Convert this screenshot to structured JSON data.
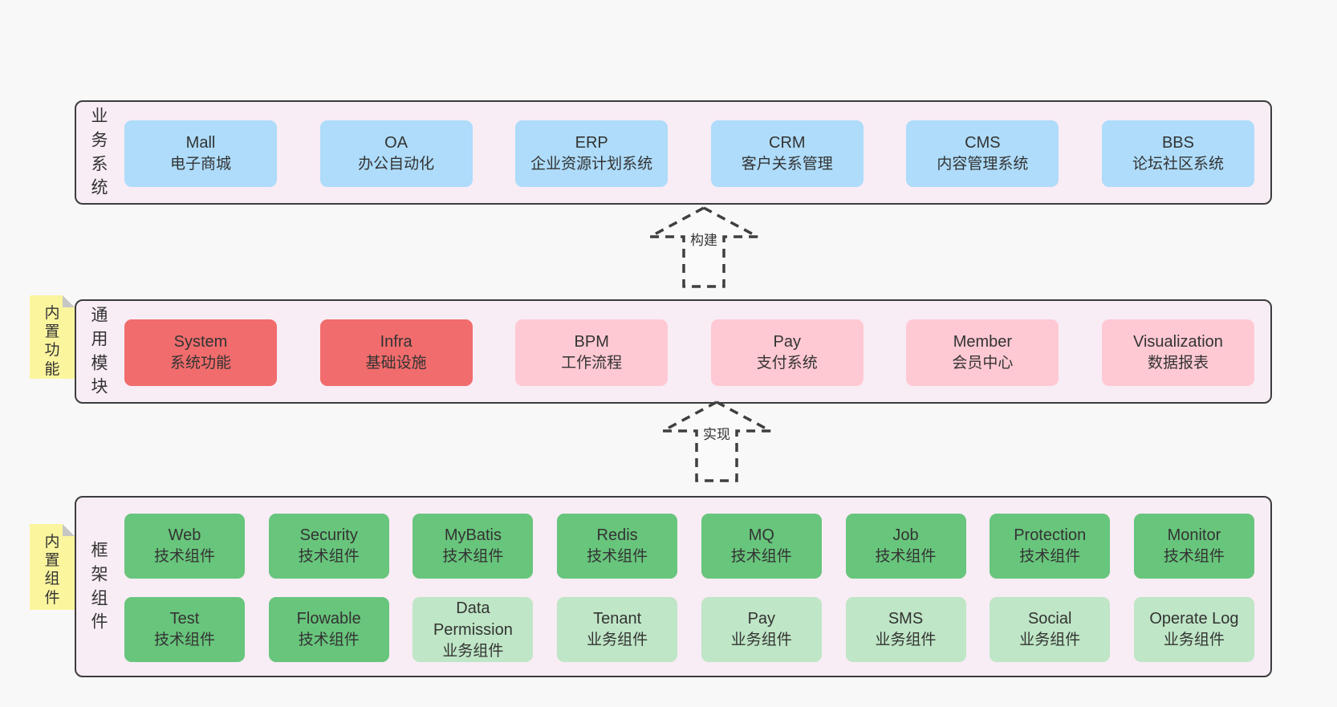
{
  "colors": {
    "page_bg": "#f9f8f9",
    "layer_bg": "#f8ecf5",
    "layer_border": "#3d3d3d",
    "blue": "#aedcfa",
    "red": "#f16c6c",
    "pink": "#ffc9d3",
    "green": "#68c57c",
    "light_green": "#bfe6c6",
    "note_yellow": "#fbf59e",
    "note_fold": "#c6c6c6",
    "text": "#333333",
    "arrow_dash": "#3f3f3f"
  },
  "layers": [
    {
      "label": "业务系统",
      "boxes": [
        {
          "title": "Mall",
          "subtitle": "电子商城"
        },
        {
          "title": "OA",
          "subtitle": "办公自动化"
        },
        {
          "title": "ERP",
          "subtitle": "企业资源计划系统"
        },
        {
          "title": "CRM",
          "subtitle": "客户关系管理"
        },
        {
          "title": "CMS",
          "subtitle": "内容管理系统"
        },
        {
          "title": "BBS",
          "subtitle": "论坛社区系统"
        }
      ]
    },
    {
      "label": "通用模块",
      "note": "内置功能",
      "boxes": [
        {
          "title": "System",
          "subtitle": "系统功能"
        },
        {
          "title": "Infra",
          "subtitle": "基础设施"
        },
        {
          "title": "BPM",
          "subtitle": "工作流程"
        },
        {
          "title": "Pay",
          "subtitle": "支付系统"
        },
        {
          "title": "Member",
          "subtitle": "会员中心"
        },
        {
          "title": "Visualization",
          "subtitle": "数据报表"
        }
      ]
    },
    {
      "label": "框架组件",
      "note": "内置组件",
      "rows": [
        [
          {
            "title": "Web",
            "subtitle": "技术组件"
          },
          {
            "title": "Security",
            "subtitle": "技术组件"
          },
          {
            "title": "MyBatis",
            "subtitle": "技术组件"
          },
          {
            "title": "Redis",
            "subtitle": "技术组件"
          },
          {
            "title": "MQ",
            "subtitle": "技术组件"
          },
          {
            "title": "Job",
            "subtitle": "技术组件"
          },
          {
            "title": "Protection",
            "subtitle": "技术组件"
          },
          {
            "title": "Monitor",
            "subtitle": "技术组件"
          }
        ],
        [
          {
            "title": "Test",
            "subtitle": "技术组件"
          },
          {
            "title": "Flowable",
            "subtitle": "技术组件"
          },
          {
            "title": "Data Permission",
            "subtitle": "业务组件"
          },
          {
            "title": "Tenant",
            "subtitle": "业务组件"
          },
          {
            "title": "Pay",
            "subtitle": "业务组件"
          },
          {
            "title": "SMS",
            "subtitle": "业务组件"
          },
          {
            "title": "Social",
            "subtitle": "业务组件"
          },
          {
            "title": "Operate Log",
            "subtitle": "业务组件"
          }
        ]
      ]
    }
  ],
  "arrows": [
    {
      "label": "构建"
    },
    {
      "label": "实现"
    }
  ]
}
